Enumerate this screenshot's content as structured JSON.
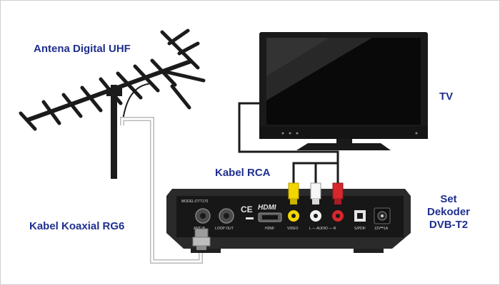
{
  "labels": {
    "antenna": "Antena Digital UHF",
    "tv": "TV",
    "rca_cable": "Kabel RCA",
    "coax_cable": "Kabel Koaxial RG6",
    "decoder": "Set\nDekoder\nDVB-T2"
  },
  "device_text": {
    "model": "MODEL:DTT170",
    "ce_mark": "CE",
    "hdmi_logo": "HDMI",
    "ant_in": "ANT IN",
    "loop_out": "LOOP OUT",
    "hdmi_port": "HDMI",
    "video_port": "VIDEO",
    "audio_port": "L — AUDIO — R",
    "spdif_port": "S/PDIF",
    "power_port": "12V⎃1A"
  },
  "colors": {
    "label_text": "#1f2f8f",
    "rca_yellow": "#f2d600",
    "rca_white": "#f2f2f2",
    "rca_red": "#d8262d",
    "device_body": "#2a2a2a"
  }
}
